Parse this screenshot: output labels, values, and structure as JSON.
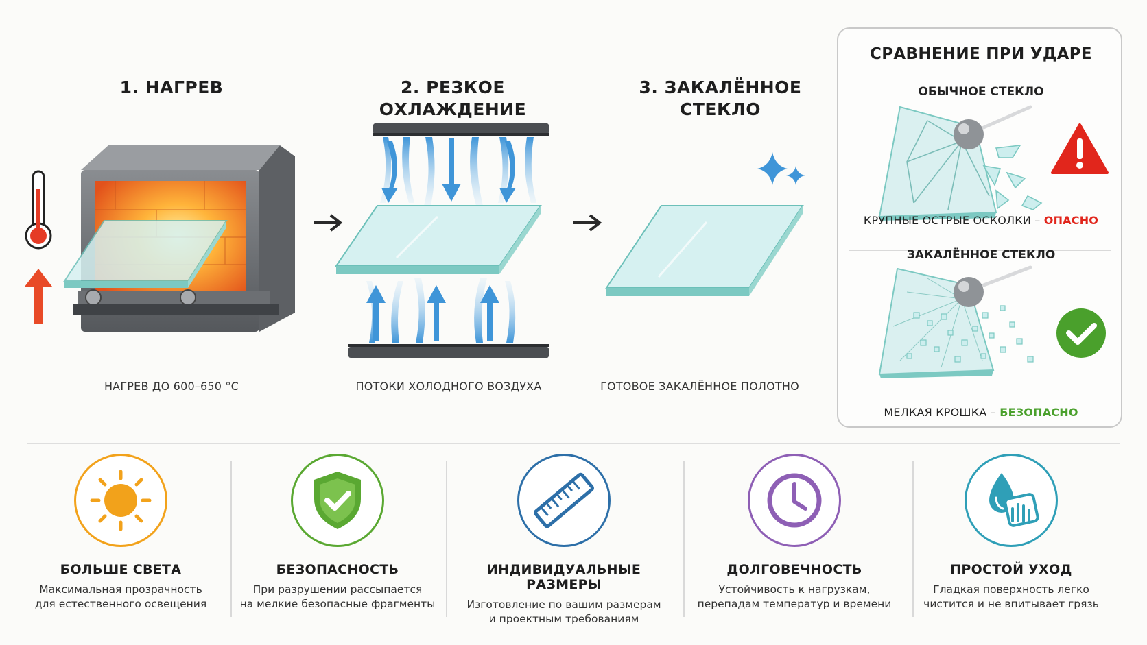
{
  "steps": [
    {
      "title": "1. НАГРЕВ",
      "caption": "НАГРЕВ ДО 600–650 °С"
    },
    {
      "title": "2. РЕЗКОЕ ОХЛАЖДЕНИЕ",
      "caption": "ПОТОКИ ХОЛОДНОГО ВОЗДУХА"
    },
    {
      "title_line1": "3. ЗАКАЛЁННОЕ",
      "title_line2": "СТЕКЛО",
      "caption": "ГОТОВОЕ ЗАКАЛЁННОЕ ПОЛОТНО"
    }
  ],
  "comparison": {
    "title": "СРАВНЕНИЕ ПРИ УДАРЕ",
    "regular": {
      "label": "ОБЫЧНОЕ СТЕКЛО",
      "caption_text": "КРУПНЫЕ ОСТРЫЕ ОСКОЛКИ – ",
      "caption_status": "ОПАСНО"
    },
    "tempered": {
      "label": "ЗАКАЛЁННОЕ СТЕКЛО",
      "caption_text": "МЕЛКАЯ КРОШКА – ",
      "caption_status": "БЕЗОПАСНО"
    }
  },
  "features": [
    {
      "icon": "sun-icon",
      "color": "#f2a21b",
      "title": "БОЛЬШЕ СВЕТА",
      "desc": "Максимальная прозрачность\nдля естественного освещения"
    },
    {
      "icon": "shield-check-icon",
      "color": "#5aa832",
      "title": "БЕЗОПАСНОСТЬ",
      "desc": "При разрушении рассыпается\nна мелкие безопасные фрагменты"
    },
    {
      "icon": "ruler-icon",
      "color": "#2d6fa8",
      "title": "ИНДИВИДУАЛЬНЫЕ РАЗМЕРЫ",
      "desc": "Изготовление по вашим размерам\nи проектным требованиям"
    },
    {
      "icon": "clock-icon",
      "color": "#8e5fb5",
      "title": "ДОЛГОВЕЧНОСТЬ",
      "desc": "Устойчивость к нагрузкам,\nперепадам температур и времени"
    },
    {
      "icon": "water-drop-cleaning-icon",
      "color": "#2f9fb7",
      "title": "ПРОСТОЙ УХОД",
      "desc": "Гладкая поверхность легко\nчистится и не впитывает грязь"
    }
  ],
  "colors": {
    "danger": "#e1261c",
    "safe": "#4aa02c",
    "glass": "#cfeeee",
    "glass_edge": "#5fb7b0",
    "air": "#3f95d8",
    "heat": "#f07a16"
  }
}
